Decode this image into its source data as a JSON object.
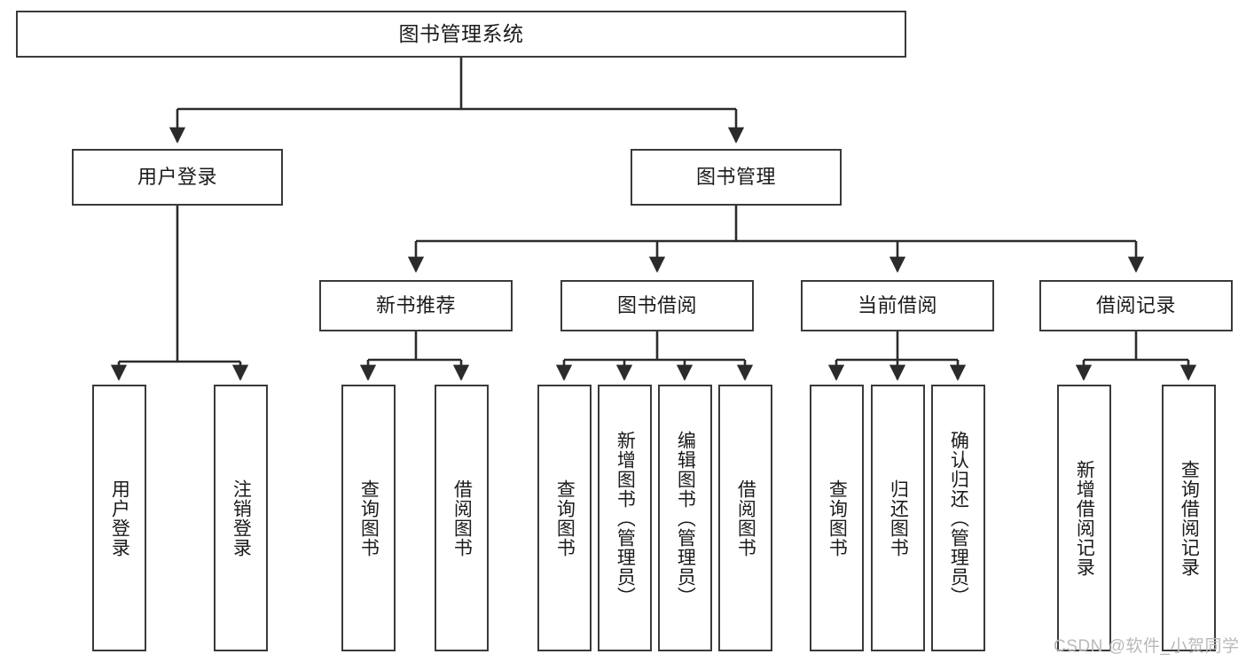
{
  "diagram": {
    "title": "图书管理系统",
    "type": "tree",
    "watermark": "CSDN @软件_小贺同学",
    "colors": {
      "background": "#ffffff",
      "box_border": "#3a3a3a",
      "box_fill": "#ffffff",
      "text": "#1b1b1b",
      "connector": "#2b2b2b",
      "watermark": "#b9b9b9"
    },
    "root": {
      "label": "图书管理系统"
    },
    "level2": [
      {
        "label": "用户登录"
      },
      {
        "label": "图书管理"
      }
    ],
    "level3": [
      {
        "label": "新书推荐"
      },
      {
        "label": "图书借阅"
      },
      {
        "label": "当前借阅"
      },
      {
        "label": "借阅记录"
      }
    ],
    "leaves": {
      "user_login": [
        {
          "label": "用户登录"
        },
        {
          "label": "注销登录"
        }
      ],
      "new_book_recommend": [
        {
          "label": "查询图书"
        },
        {
          "label": "借阅图书"
        }
      ],
      "book_borrow": [
        {
          "label": "查询图书"
        },
        {
          "label": "新增图书（管理员）"
        },
        {
          "label": "编辑图书（管理员）"
        },
        {
          "label": "借阅图书"
        }
      ],
      "current_borrow": [
        {
          "label": "查询图书"
        },
        {
          "label": "归还图书"
        },
        {
          "label": "确认归还（管理员）"
        }
      ],
      "borrow_records": [
        {
          "label": "新增借阅记录"
        },
        {
          "label": "查询借阅记录"
        }
      ]
    }
  }
}
